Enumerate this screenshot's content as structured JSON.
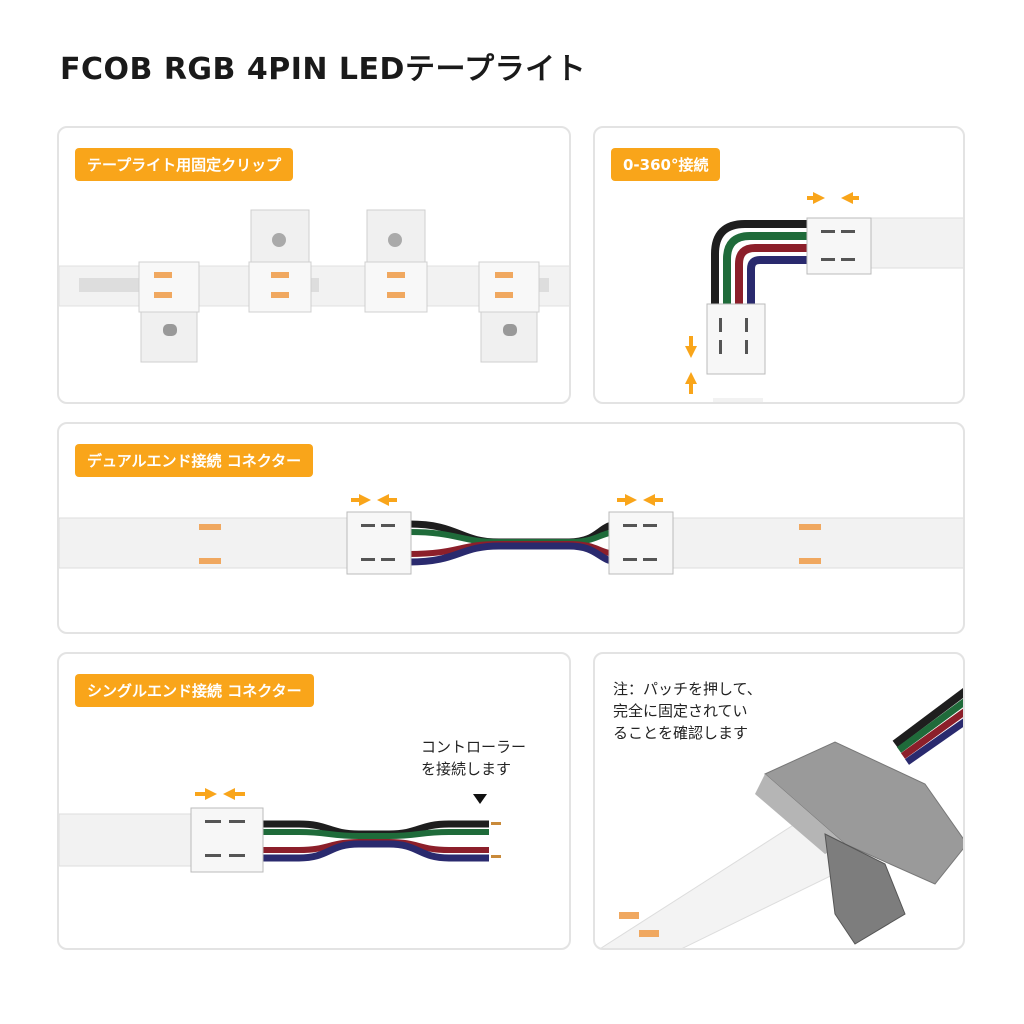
{
  "page_title": "FCOB RGB 4PIN LEDテープライト",
  "panels": {
    "clip": {
      "label": "テープライト用固定クリップ"
    },
    "rotate": {
      "label": "0-360°接続"
    },
    "dual": {
      "label": "デュアルエンド接続 コネクター"
    },
    "single": {
      "label": "シングルエンド接続 コネクター",
      "controller_note": "コントローラー\nを接続します"
    },
    "note": {
      "text": "注：パッチを押して、\n完全に固定されてい\nることを確認します"
    }
  },
  "colors": {
    "accent": "#f9a51a",
    "wire_black": "#1e1e1e",
    "wire_green": "#1f6b3a",
    "wire_red": "#8c1f2a",
    "wire_blue": "#2a2a6e"
  }
}
